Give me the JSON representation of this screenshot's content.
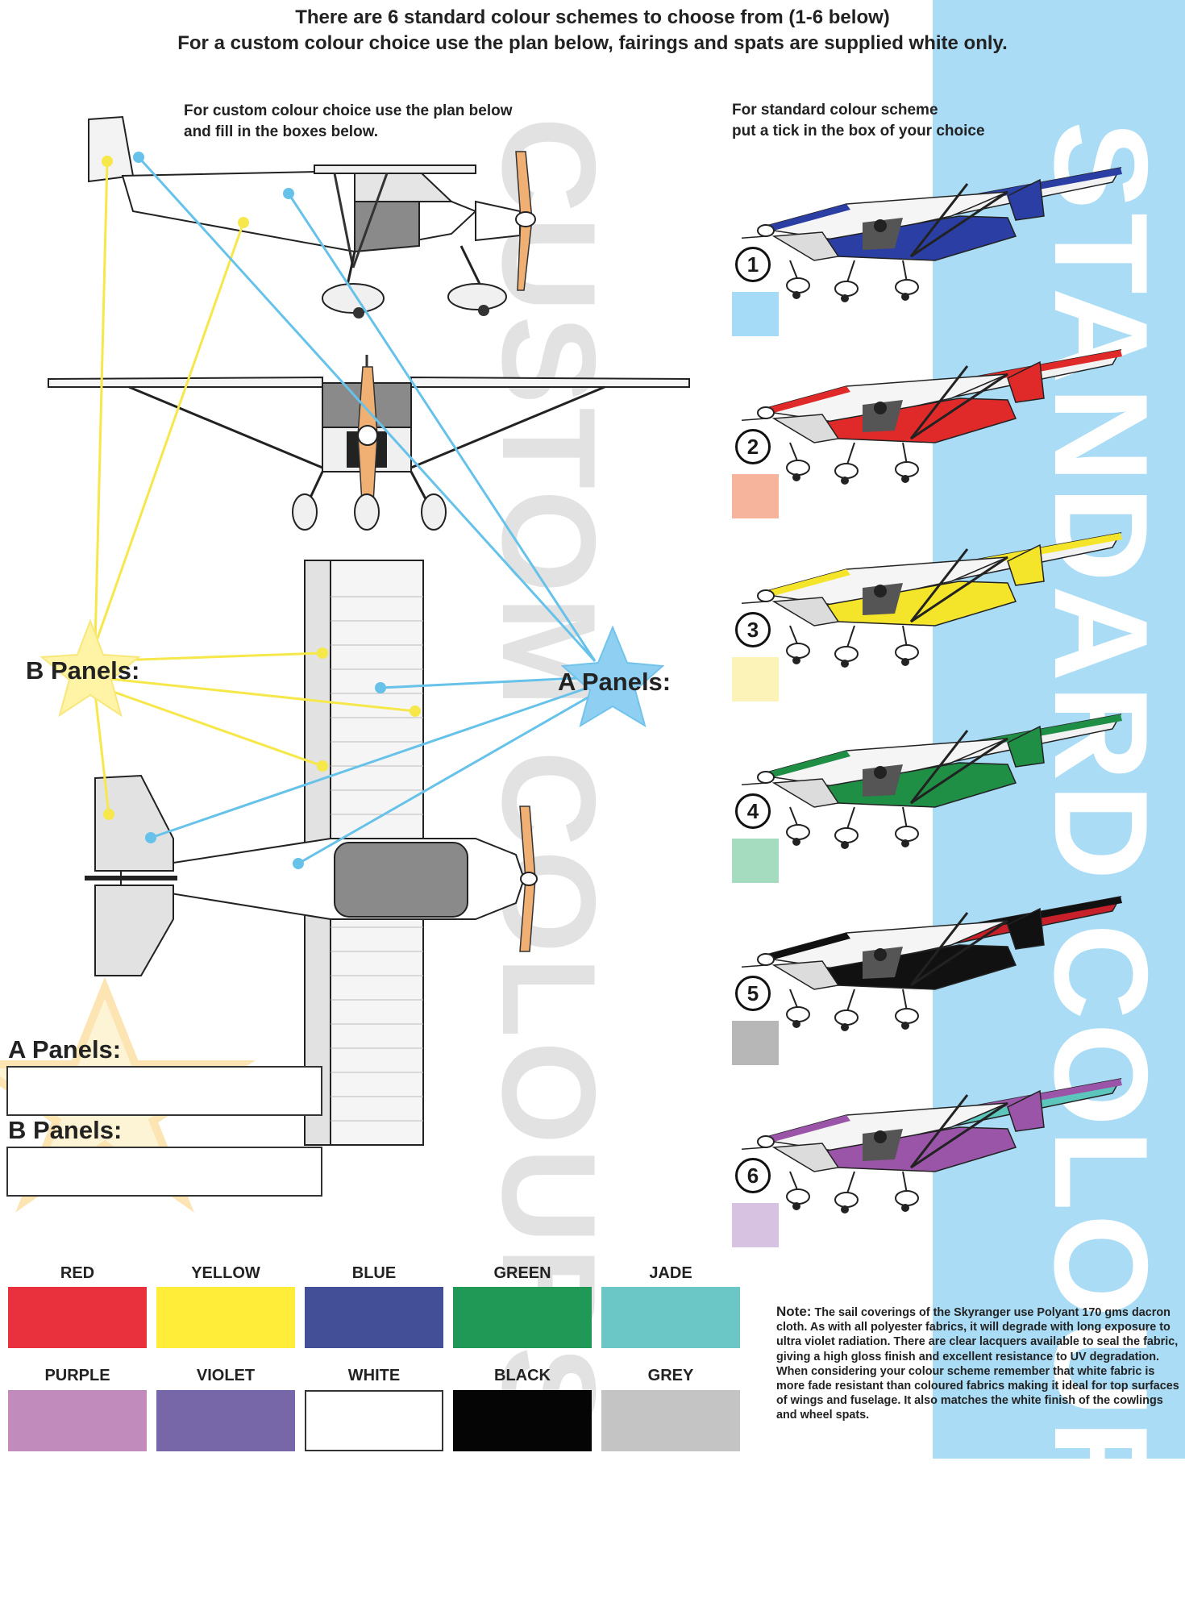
{
  "header": {
    "line1": "There are 6 standard colour schemes to choose from (1-6 below)",
    "line2": "For  a custom colour choice use the plan below, fairings and spats are supplied white only."
  },
  "custom": {
    "instruction_line1": "For custom colour choice use the plan below",
    "instruction_line2": "and fill in the boxes below.",
    "watermark": "CUSTOM COLOURS",
    "b_star_label": "B Panels:",
    "a_star_label": "A Panels:",
    "form": {
      "a_label": "A Panels:",
      "a_value": "",
      "b_label": "B Panels:",
      "b_value": ""
    }
  },
  "standard": {
    "instruction_line1": "For standard colour scheme",
    "instruction_line2": "put a tick in the box of  your choice",
    "watermark": "STANDARD COLOURS",
    "schemes": [
      {
        "number": "1",
        "color": "#2b3ea3",
        "box_color": "#a6dbf7"
      },
      {
        "number": "2",
        "color": "#e02a2a",
        "box_color": "#f6b49c"
      },
      {
        "number": "3",
        "color": "#f5e52a",
        "box_color": "#fcf3b8"
      },
      {
        "number": "4",
        "color": "#1f8f46",
        "box_color": "#a5dbbf"
      },
      {
        "number": "5",
        "color": "#111111",
        "accent": "#c8202a",
        "box_color": "#b7b7b7"
      },
      {
        "number": "6",
        "color": "#9b55a8",
        "accent": "#5cc6bd",
        "box_color": "#d7c2e2"
      }
    ]
  },
  "swatches": [
    {
      "label": "RED",
      "color": "#e8313d"
    },
    {
      "label": "YELLOW",
      "color": "#ffed3a"
    },
    {
      "label": "BLUE",
      "color": "#434f96"
    },
    {
      "label": "GREEN",
      "color": "#1f9955"
    },
    {
      "label": "JADE",
      "color": "#6ac7c6"
    },
    {
      "label": "PURPLE",
      "color": "#c18cbb"
    },
    {
      "label": "VIOLET",
      "color": "#7767a8"
    },
    {
      "label": "WHITE",
      "color": "#ffffff"
    },
    {
      "label": "BLACK",
      "color": "#050505"
    },
    {
      "label": "GREY",
      "color": "#c4c4c4"
    }
  ],
  "note": {
    "label": "Note:",
    "text1": " The sail coverings of the Skyranger use Polyant 170 gms dacron cloth.  As with all polyester fabrics, it will degrade with long exposure to ultra violet radiation. There are clear lacquers available to seal the fabric, giving a high gloss finish and excellent resistance to UV degradation.",
    "text2": "When considering your colour scheme remember that white fabric is more fade resistant than coloured fabrics making it ideal for top surfaces of wings and fuselage. It also matches the white finish of the cowlings and wheel spats."
  },
  "colors": {
    "side_band": "#aadcf6",
    "star_yellow": "#fff3a6",
    "star_blue": "#8fd0f2",
    "leader_yellow": "#f6e84a",
    "leader_blue": "#67c2ea",
    "propeller": "#f0b074"
  }
}
